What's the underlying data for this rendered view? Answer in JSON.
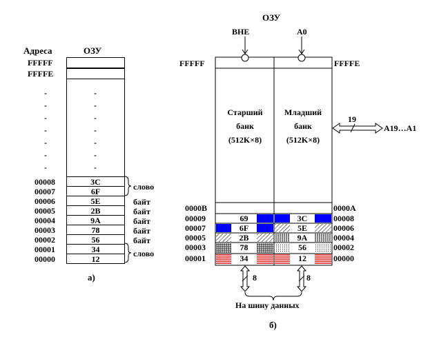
{
  "diagram_a": {
    "header_address": "Адреса",
    "header_ram": "ОЗУ",
    "top_rows": [
      {
        "address": "FFFFF",
        "value": ""
      },
      {
        "address": "FFFFE",
        "value": ""
      }
    ],
    "dots": "-",
    "rows": [
      {
        "address": "00008",
        "value": "3C"
      },
      {
        "address": "00007",
        "value": "6F"
      },
      {
        "address": "00006",
        "value": "5E"
      },
      {
        "address": "00005",
        "value": "2B"
      },
      {
        "address": "00004",
        "value": "9A"
      },
      {
        "address": "00003",
        "value": "78"
      },
      {
        "address": "00002",
        "value": "56"
      },
      {
        "address": "00001",
        "value": "34"
      },
      {
        "address": "00000",
        "value": "12"
      }
    ],
    "annotations": [
      "слово",
      "байт",
      "байт",
      "байт",
      "байт",
      "байт",
      "слово"
    ],
    "caption": "а)"
  },
  "diagram_b": {
    "title": "ОЗУ",
    "signal_bhe": "ВНЕ",
    "signal_a0": "A0",
    "left_top_address": "FFFFF",
    "right_top_address": "FFFFE",
    "high_bank": [
      "Старший",
      "банк",
      "(512K×8)"
    ],
    "low_bank": [
      "Младший",
      "банк",
      "(512K×8)"
    ],
    "address_bus_width": "19",
    "address_bus_label": "A19…A1",
    "left_mid_address": "0000B",
    "right_mid_address": "0000A",
    "rows": [
      {
        "left_address": "00009",
        "high": "69",
        "low": "3C",
        "right_address": "00008"
      },
      {
        "left_address": "00007",
        "high": "6F",
        "low": "5E",
        "right_address": "00006"
      },
      {
        "left_address": "00005",
        "high": "2B",
        "low": "9A",
        "right_address": "00004"
      },
      {
        "left_address": "00003",
        "high": "78",
        "low": "56",
        "right_address": "00002"
      },
      {
        "left_address": "00001",
        "high": "34",
        "low": "12",
        "right_address": "00000"
      }
    ],
    "data_width_left": "8",
    "data_width_right": "8",
    "data_bus_label": "На шину данных",
    "caption": "б)"
  },
  "colors": {
    "blue_fill": "#0000ff",
    "red_stripe": "#e02020",
    "line": "#000000"
  }
}
